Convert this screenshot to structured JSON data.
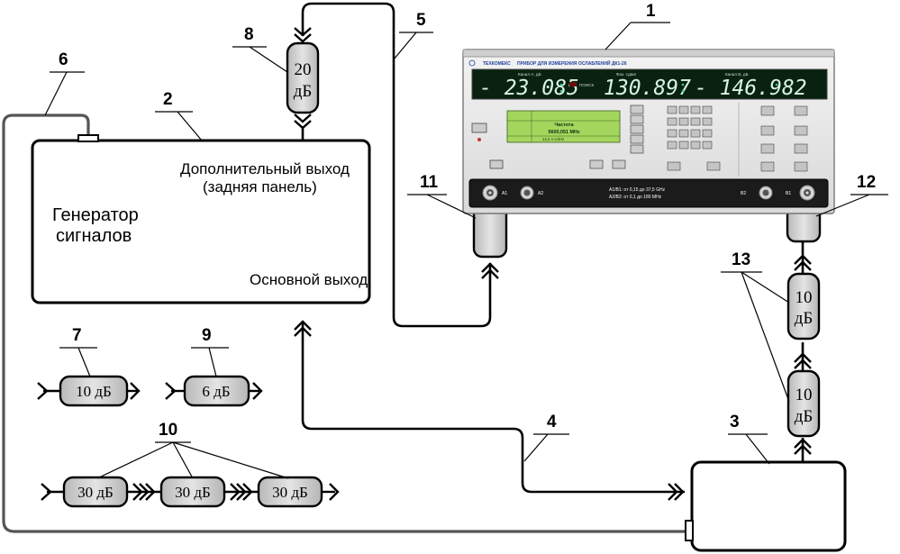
{
  "callouts": {
    "n1": "1",
    "n2": "2",
    "n3": "3",
    "n4": "4",
    "n5": "5",
    "n6": "6",
    "n7": "7",
    "n8": "8",
    "n9": "9",
    "n10": "10",
    "n11": "11",
    "n12": "12",
    "n13": "13"
  },
  "generator": {
    "title_line1": "Генератор",
    "title_line2": "сигналов",
    "aux_output_line1": "Дополнительный выход",
    "aux_output_line2": "(задняя панель)",
    "main_output": "Основной выход"
  },
  "attenuators": {
    "att8_value": "20",
    "att8_unit": "дБ",
    "att7": "10 дБ",
    "att9": "6 дБ",
    "att10_a": "30 дБ",
    "att10_b": "30 дБ",
    "att10_c": "30 дБ",
    "att13_top_value": "10",
    "att13_top_unit": "дБ",
    "att13_bottom_value": "10",
    "att13_bottom_unit": "дБ"
  },
  "instrument": {
    "brand": "ТЕХКОМЕКС",
    "model_title": "ПРИБОР ДЛЯ ИЗМЕРЕНИЯ ОСЛАБЛЕНИЙ ДК1-26",
    "channel_a_label": "Канал А, дБ",
    "phase_label": "Фаз. сдвиг",
    "channel_b_label": "Канал В, дБ",
    "display_a": "- 23.085",
    "display_phase": "130.897",
    "display_b": "- 146.982",
    "search_label": "ПОИСК",
    "port_a1": "A1",
    "port_a2": "A2",
    "port_b2": "B2",
    "port_b1": "B1",
    "range_line1": "A1/B1: от 0,15 до 37,5 GHz",
    "range_line2": "A2/B2: от 0,1 до 180 MHz",
    "screen_freq_label": "Частота",
    "screen_freq_value": "5600,051 MHz",
    "screen_bottom": "14,2 А-4 kHz"
  },
  "colors": {
    "attenuator_fill": "#cfcfcf",
    "instrument_body": "#e6e6e6",
    "display_bg": "#08220f",
    "port_strip": "#1b1b1b",
    "screen_green": "#a4d65e",
    "cable": "#000000"
  }
}
